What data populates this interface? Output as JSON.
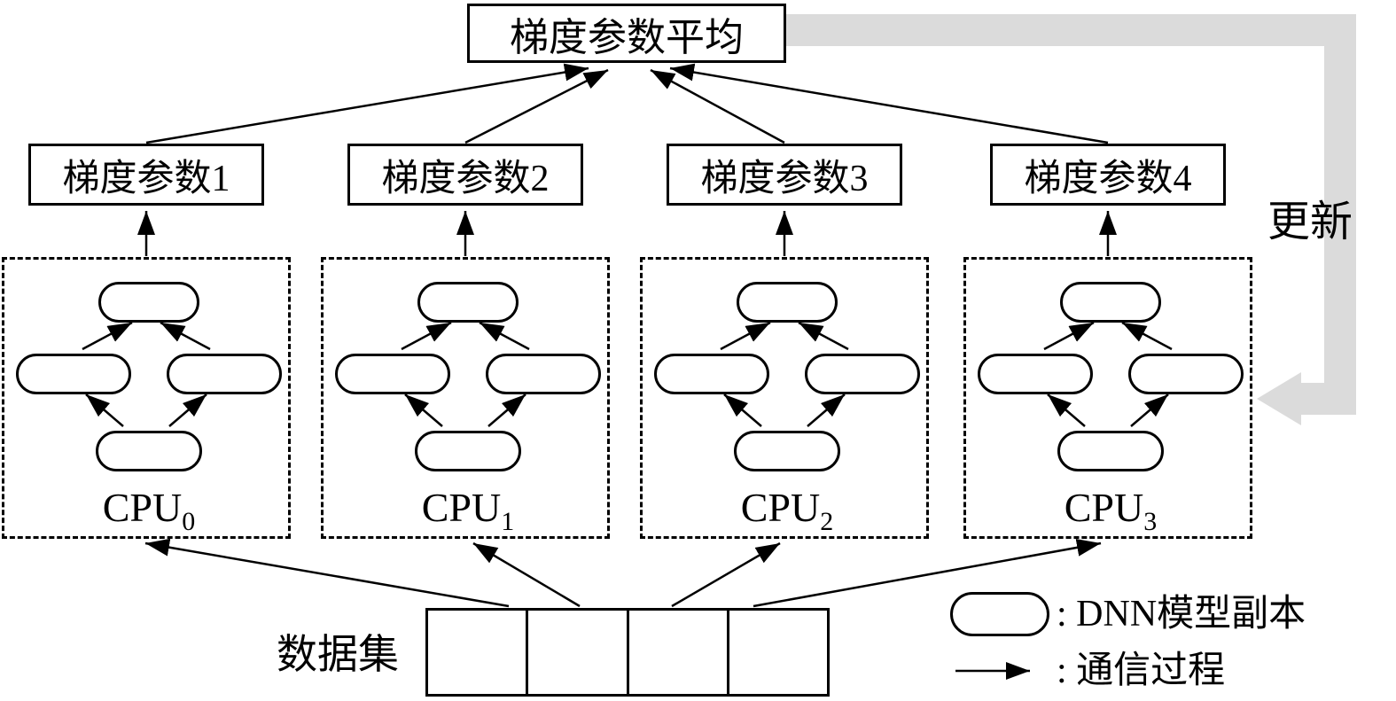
{
  "colors": {
    "line": "#000000",
    "feedback_arrow": "#dbdbdb",
    "background": "#ffffff"
  },
  "top_box": {
    "label": "梯度参数平均"
  },
  "update_label": "更新",
  "gradient_boxes": [
    {
      "label": "梯度参数1"
    },
    {
      "label": "梯度参数2"
    },
    {
      "label": "梯度参数3"
    },
    {
      "label": "梯度参数4"
    }
  ],
  "cpu_groups": [
    {
      "name": "CPU",
      "subscript": "0"
    },
    {
      "name": "CPU",
      "subscript": "1"
    },
    {
      "name": "CPU",
      "subscript": "2"
    },
    {
      "name": "CPU",
      "subscript": "3"
    }
  ],
  "dataset": {
    "label": "数据集",
    "cells": 4
  },
  "legend": {
    "node_symbol": "rounded-rectangle",
    "node_label": ": DNN模型副本",
    "arrow_symbol": "arrow",
    "arrow_label": ": 通信过程"
  }
}
